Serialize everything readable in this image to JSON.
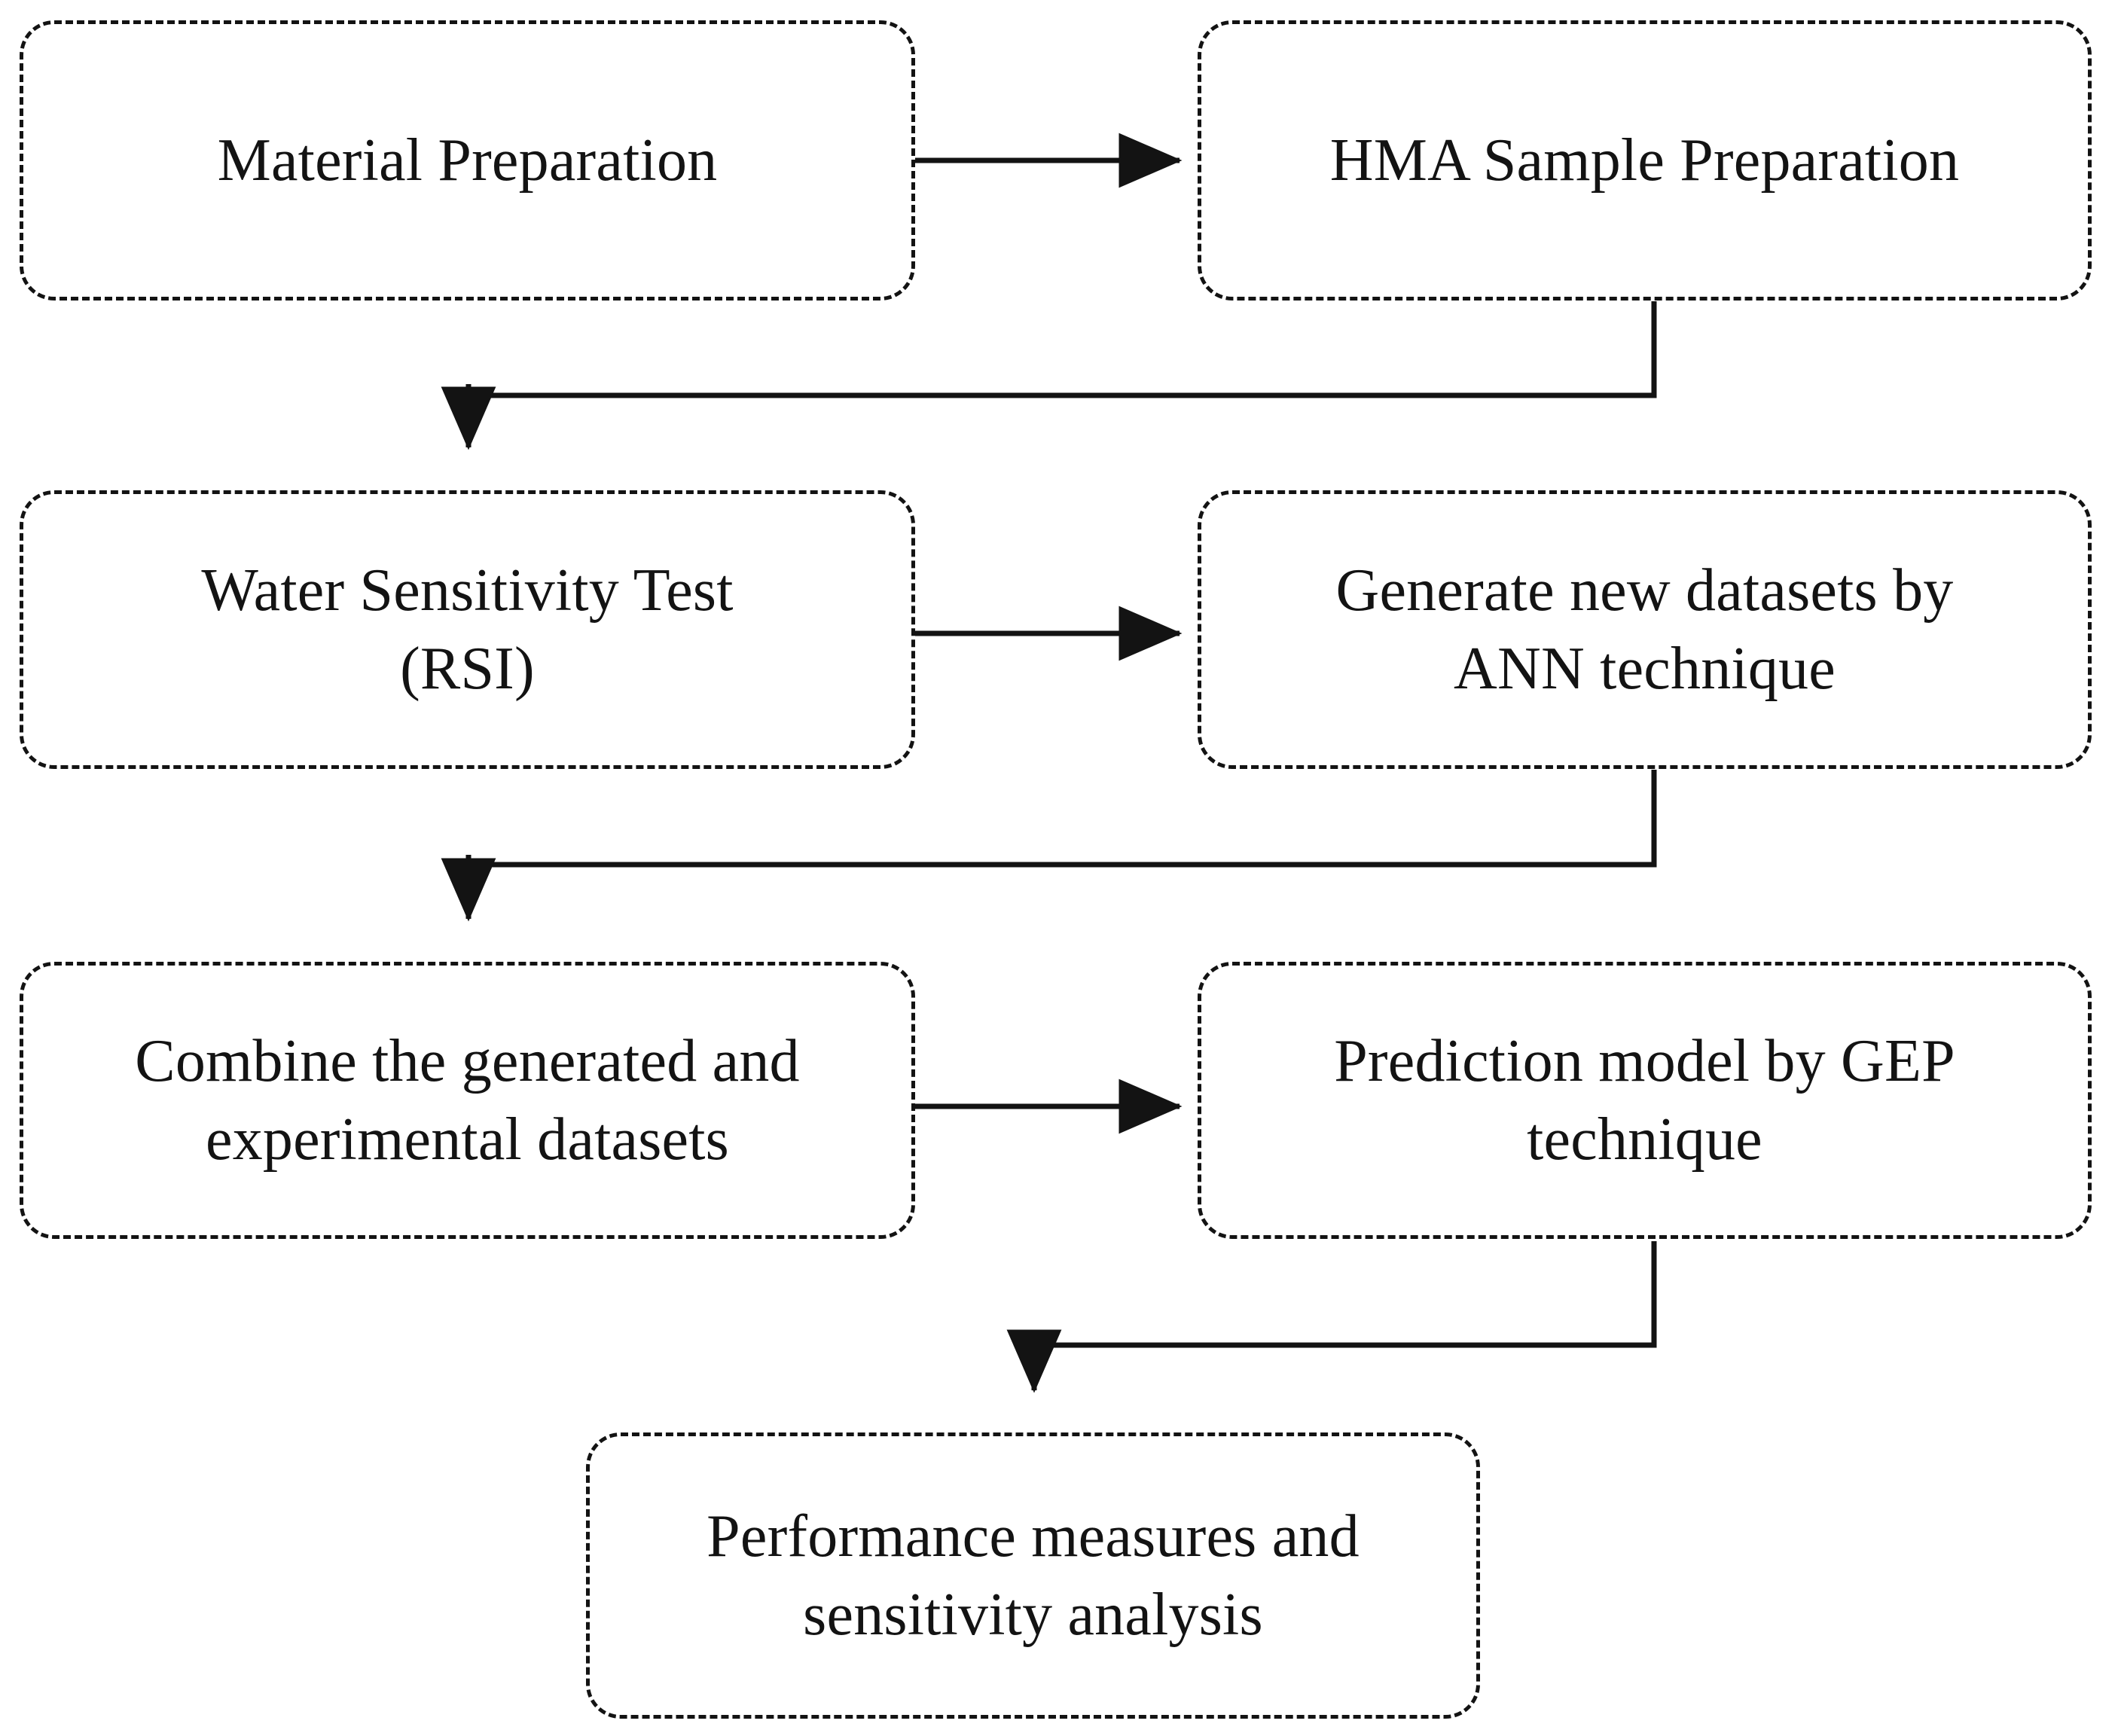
{
  "diagram": {
    "title": "Research methodology flowchart",
    "background_color": "#ffffff",
    "stroke_color": "#131313",
    "node_border_style": "dashed",
    "node_shape": "rounded-rectangle",
    "nodes": [
      {
        "id": "material-preparation",
        "label": "Material Preparation",
        "row": 1,
        "column": "left"
      },
      {
        "id": "hma-sample-preparation",
        "label": "HMA Sample Preparation",
        "row": 1,
        "column": "right"
      },
      {
        "id": "water-sensitivity-test",
        "label": "Water Sensitivity Test\n(RSI)",
        "row": 2,
        "column": "left"
      },
      {
        "id": "generate-new-datasets",
        "label": "Generate new datasets by\nANN technique",
        "row": 2,
        "column": "right"
      },
      {
        "id": "combine-datasets",
        "label": "Combine the generated and\nexperimental datasets",
        "row": 3,
        "column": "left"
      },
      {
        "id": "prediction-model-gep",
        "label": "Prediction model by GEP\ntechnique",
        "row": 3,
        "column": "right"
      },
      {
        "id": "performance-measures",
        "label": "Performance measures and\nsensitivity analysis",
        "row": 4,
        "column": "center"
      }
    ],
    "edges": [
      {
        "id": "edge-material-to-hma",
        "from": "material-preparation",
        "to": "hma-sample-preparation",
        "type": "straight-horizontal-arrow"
      },
      {
        "id": "edge-hma-to-water",
        "from": "hma-sample-preparation",
        "to": "water-sensitivity-test",
        "type": "elbow-down-left-arrow"
      },
      {
        "id": "edge-water-to-generate",
        "from": "water-sensitivity-test",
        "to": "generate-new-datasets",
        "type": "straight-horizontal-arrow"
      },
      {
        "id": "edge-generate-to-combine",
        "from": "generate-new-datasets",
        "to": "combine-datasets",
        "type": "elbow-down-left-arrow"
      },
      {
        "id": "edge-combine-to-prediction",
        "from": "combine-datasets",
        "to": "prediction-model-gep",
        "type": "straight-horizontal-arrow"
      },
      {
        "id": "edge-prediction-to-performance",
        "from": "prediction-model-gep",
        "to": "performance-measures",
        "type": "elbow-down-left-arrow"
      }
    ]
  }
}
